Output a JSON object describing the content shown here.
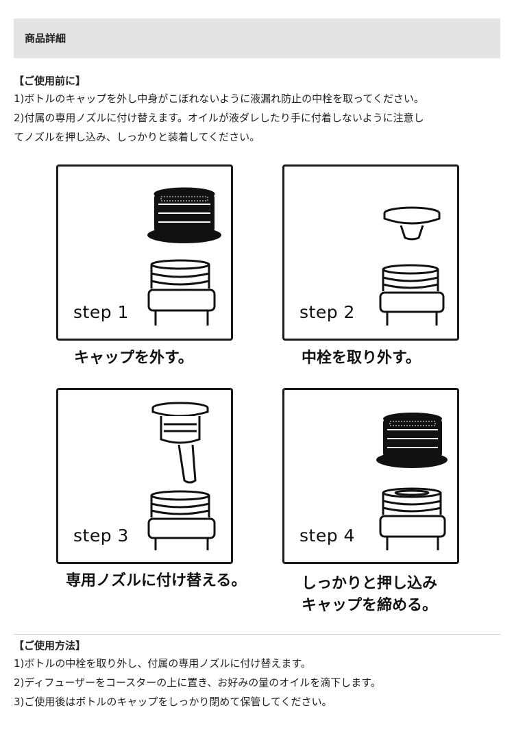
{
  "header": {
    "title": "商品詳細"
  },
  "before_use": {
    "heading": "【ご使用前に】",
    "lines": [
      "1)ボトルのキャップを外し中身がこぼれないように液漏れ防止の中栓を取ってください。",
      "2)付属の専用ノズルに付け替えます。オイルが液ダレしたり手に付着しないように注意し",
      "てノズルを押し込み、しっかりと装着してください。"
    ]
  },
  "steps": [
    {
      "label": "step 1",
      "caption_lines": [
        "キャップを外す。"
      ]
    },
    {
      "label": "step 2",
      "caption_lines": [
        "中栓を取り外す。"
      ]
    },
    {
      "label": "step 3",
      "caption_lines": [
        "専用ノズルに付け替える。"
      ]
    },
    {
      "label": "step 4",
      "caption_lines": [
        "しっかりと押し込み",
        "キャップを締める。"
      ]
    }
  ],
  "how_to_use": {
    "heading": "【ご使用方法】",
    "lines": [
      "1)ボトルの中栓を取り外し、付属の専用ノズルに付け替えます。",
      "2)ディフューザーをコースターの上に置き、お好みの量のオイルを滴下します。",
      "3)ご使用後はボトルのキャップをしっかり閉めて保管してください。"
    ]
  }
}
